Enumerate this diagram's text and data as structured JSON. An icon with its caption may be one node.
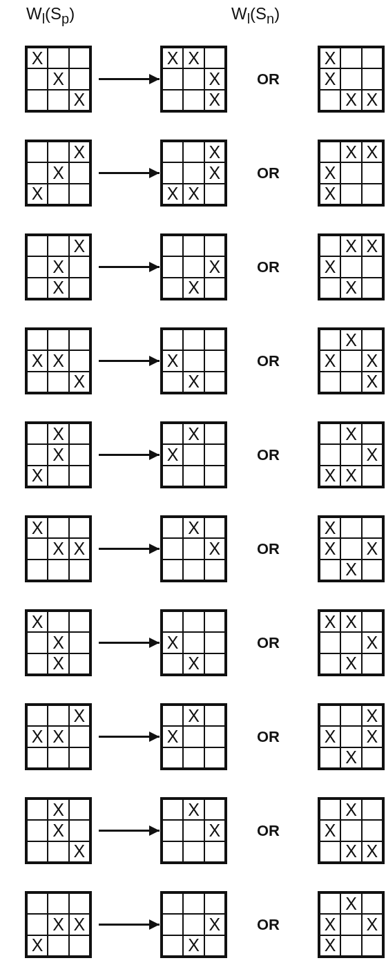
{
  "diagram": {
    "nodes": [
      {
        "text": [],
        "shape": "box"
      },
      {
        "text": [
          "X"
        ],
        "in": 0
      },
      {
        "text": [],
        "shape": "box",
        "in": 0
      },
      {
        "text": [],
        "shape": "box",
        "in": 0
      },
      {
        "text": [],
        "shape": "box",
        "in": 0
      },
      {
        "text": [
          "X"
        ],
        "in": 0
      },
      {
        "text": [],
        "shape": "box",
        "in": 0
      },
      {
        "text": [],
        "shape": "box",
        "in": 0
      },
      {
        "text": [],
        "shape": "box",
        "in": 0
      },
      {
        "text": [
          "X"
        ],
        "in": 0
      },
      {
        "text": [],
        "shape": "box"
      },
      {
        "text": [
          "X"
        ],
        "in": 10
      },
      {
        "text": [
          "X"
        ],
        "in": 10
      },
      {
        "text": [],
        "shape": "box",
        "in": 10
      },
      {
        "text": [],
        "shape": "box",
        "in": 10
      },
      {
        "text": [],
        "shape": "box",
        "in": 10
      },
      {
        "text": [
          "X"
        ],
        "in": 10
      },
      {
        "text": [],
        "shape": "box",
        "in": 10
      },
      {
        "text": [],
        "shape": "box",
        "in": 10
      },
      {
        "text": [
          "X"
        ],
        "in": 10
      },
      {
        "text": [],
        "shape": "box"
      },
      {
        "text": [
          "X"
        ],
        "in": 20
      },
      {
        "text": [],
        "shape": "box",
        "in": 20
      },
      {
        "text": [],
        "shape": "box",
        "in": 20
      },
      {
        "text": [
          "X"
        ],
        "in": 20
      },
      {
        "text": [],
        "shape": "box",
        "in": 20
      },
      {
        "text": [],
        "shape": "box",
        "in": 20
      },
      {
        "text": [],
        "shape": "box",
        "in": 20
      },
      {
        "text": [
          "X"
        ],
        "in": 20
      },
      {
        "text": [
          "X"
        ],
        "in": 20
      },
      {
        "text": [],
        "shape": "box"
      },
      {
        "text": [],
        "shape": "box",
        "in": 30
      },
      {
        "text": [],
        "shape": "box",
        "in": 30
      },
      {
        "text": [
          "X"
        ],
        "in": 30
      },
      {
        "text": [],
        "shape": "box",
        "in": 30
      },
      {
        "text": [
          "X"
        ],
        "in": 30
      },
      {
        "text": [],
        "shape": "box",
        "in": 30
      },
      {
        "text": [
          "X"
        ],
        "in": 30
      },
      {
        "text": [],
        "shape": "box",
        "in": 30
      },
      {
        "text": [],
        "shape": "box",
        "in": 30
      },
      {
        "text": [],
        "shape": "box"
      },
      {
        "text": [],
        "shape": "box",
        "in": 40
      },
      {
        "text": [],
        "shape": "box",
        "in": 40
      },
      {
        "text": [
          "X"
        ],
        "in": 40
      },
      {
        "text": [],
        "shape": "box",
        "in": 40
      },
      {
        "text": [],
        "shape": "box",
        "in": 40
      },
      {
        "text": [
          "X"
        ],
        "in": 40
      },
      {
        "text": [
          "X"
        ],
        "in": 40
      },
      {
        "text": [
          "X"
        ],
        "in": 40
      },
      {
        "text": [],
        "shape": "box",
        "in": 40
      },
      {
        "text": [],
        "shape": "box"
      },
      {
        "text": [],
        "shape": "box",
        "in": 50
      },
      {
        "text": [
          "X"
        ],
        "in": 50
      },
      {
        "text": [
          "X"
        ],
        "in": 50
      },
      {
        "text": [
          "X"
        ],
        "in": 50
      },
      {
        "text": [],
        "shape": "box",
        "in": 50
      },
      {
        "text": [],
        "shape": "box",
        "in": 50
      },
      {
        "text": [
          "X"
        ],
        "in": 50
      },
      {
        "text": [],
        "shape": "box",
        "in": 50
      },
      {
        "text": [],
        "shape": "box",
        "in": 50
      },
      {
        "text": [],
        "shape": "box"
      },
      {
        "text": [],
        "shape": "box",
        "in": 60
      },
      {
        "text": [],
        "shape": "box",
        "in": 60
      },
      {
        "text": [
          "X"
        ],
        "in": 60
      },
      {
        "text": [],
        "shape": "box",
        "in": 60
      },
      {
        "text": [
          "X"
        ],
        "in": 60
      },
      {
        "text": [],
        "shape": "box",
        "in": 60
      },
      {
        "text": [],
        "shape": "box",
        "in": 60
      },
      {
        "text": [
          "X"
        ],
        "in": 60
      },
      {
        "text": [],
        "shape": "box",
        "in": 60
      },
      {
        "text": [],
        "shape": "box"
      },
      {
        "text": [],
        "shape": "box",
        "in": 70
      },
      {
        "text": [],
        "shape": "box",
        "in": 70
      },
      {
        "text": [],
        "shape": "box",
        "in": 70
      },
      {
        "text": [],
        "shape": "box",
        "in": 70
      },
      {
        "text": [],
        "shape": "box",
        "in": 70
      },
      {
        "text": [
          "X"
        ],
        "in": 70
      },
      {
        "text": [],
        "shape": "box",
        "in": 70
      },
      {
        "text": [
          "X"
        ],
        "in": 70
      },
      {
        "text": [],
        "shape": "box",
        "in": 70
      },
      {
        "text": [],
        "shape": "box"
      },
      {
        "text": [],
        "shape": "box",
        "in": 80
      },
      {
        "text": [
          "X"
        ],
        "in": 80
      },
      {
        "text": [
          "X"
        ],
        "in": 80
      },
      {
        "text": [
          "X"
        ],
        "in": 80
      },
      {
        "text": [],
        "shape": "box",
        "in": 80
      },
      {
        "text": [],
        "shape": "box",
        "in": 80
      },
      {
        "text": [],
        "shape": "box",
        "in": 80
      },
      {
        "text": [
          "X"
        ],
        "in": 80
      },
      {
        "text": [],
        "shape": "box",
        "in": 80
      },
      {
        "text": [],
        "shape": "box"
      },
      {
        "text": [],
        "shape": "box",
        "in": 90
      },
      {
        "text": [],
        "shape": "box",
        "in": 90
      },
      {
        "text": [],
        "shape": "box",
        "in": 90
      },
      {
        "text": [
          "X"
        ],
        "in": 90
      },
      {
        "text": [
          "X"
        ],
        "in": 90
      },
      {
        "text": [],
        "shape": "box",
        "in": 90
      },
      {
        "text": [],
        "shape": "box",
        "in": 90
      },
      {
        "text": [],
        "shape": "box",
        "in": 90
      },
      {
        "text": [
          "X"
        ],
        "in": 90
      },
      {
        "text": [],
        "shape": "box"
      },
      {
        "text": [],
        "shape": "box",
        "in": 100
      },
      {
        "text": [],
        "shape": "box",
        "in": 100
      },
      {
        "text": [],
        "shape": "box",
        "in": 100
      },
      {
        "text": [
          "X"
        ],
        "in": 100
      },
      {
        "text": [],
        "shape": "box",
        "in": 100
      },
      {
        "text": [],
        "shape": "box",
        "in": 100
      },
      {
        "text": [],
        "shape": "box",
        "in": 100
      },
      {
        "text": [
          "X"
        ],
        "in": 100
      },
      {
        "text": [],
        "shape": "box",
        "in": 100
      },
      {
        "text": [],
        "shape": "box"
      },
      {
        "text": [],
        "shape": "box",
        "in": 110
      },
      {
        "text": [
          "X"
        ],
        "in": 110
      },
      {
        "text": [],
        "shape": "box",
        "in": 110
      },
      {
        "text": [
          "X"
        ],
        "in": 110
      },
      {
        "text": [],
        "shape": "box",
        "in": 110
      },
      {
        "text": [
          "X"
        ],
        "in": 110
      },
      {
        "text": [],
        "shape": "box",
        "in": 110
      },
      {
        "text": [],
        "shape": "box",
        "in": 110
      },
      {
        "text": [
          "X"
        ],
        "in": 110
      },
      {
        "text": [],
        "shape": "box"
      },
      {
        "text": [],
        "shape": "box",
        "in": 120
      },
      {
        "text": [
          "X"
        ],
        "in": 120
      },
      {
        "text": [],
        "shape": "box",
        "in": 120
      },
      {
        "text": [],
        "shape": "box",
        "in": 120
      },
      {
        "text": [
          "X"
        ],
        "in": 120
      },
      {
        "text": [],
        "shape": "box",
        "in": 120
      },
      {
        "text": [
          "X"
        ],
        "in": 120
      },
      {
        "text": [],
        "shape": "box",
        "in": 120
      },
      {
        "text": [],
        "shape": "box",
        "in": 120
      },
      {
        "text": [],
        "shape": "box"
      },
      {
        "text": [],
        "shape": "box",
        "in": 130
      },
      {
        "text": [
          "X"
        ],
        "in": 130
      },
      {
        "text": [],
        "shape": "box",
        "in": 130
      },
      {
        "text": [
          "X"
        ],
        "in": 130
      },
      {
        "text": [],
        "shape": "box",
        "in": 130
      },
      {
        "text": [],
        "shape": "box",
        "in": 130
      },
      {
        "text": [],
        "shape": "box",
        "in": 130
      },
      {
        "text": [],
        "shape": "box",
        "in": 130
      },
      {
        "text": [],
        "shape": "box",
        "in": 130
      },
      {
        "text": [],
        "shape": "box"
      },
      {
        "text": [],
        "shape": "box",
        "in": 140
      },
      {
        "text": [
          "X"
        ],
        "in": 140
      },
      {
        "text": [],
        "shape": "box",
        "in": 140
      },
      {
        "text": [],
        "shape": "box",
        "in": 140
      },
      {
        "text": [],
        "shape": "box",
        "in": 140
      },
      {
        "text": [
          "X"
        ],
        "in": 140
      },
      {
        "text": [
          "X"
        ],
        "in": 140
      },
      {
        "text": [
          "X"
        ],
        "in": 140
      },
      {
        "text": [],
        "shape": "box",
        "in": 140
      },
      {
        "text": [],
        "shape": "box"
      },
      {
        "text": [
          "X"
        ],
        "in": 150
      },
      {
        "text": [],
        "shape": "box",
        "in": 150
      },
      {
        "text": [],
        "shape": "box",
        "in": 150
      },
      {
        "text": [],
        "shape": "box",
        "in": 150
      },
      {
        "text": [
          "X"
        ],
        "in": 150
      },
      {
        "text": [
          "X"
        ],
        "in": 150
      },
      {
        "text": [],
        "shape": "box",
        "in": 150
      },
      {
        "text": [],
        "shape": "box",
        "in": 150
      },
      {
        "text": [],
        "shape": "box",
        "in": 150
      },
      {
        "text": [],
        "shape": "box"
      },
      {
        "text": [],
        "shape": "box",
        "in": 160
      },
      {
        "text": [
          "X"
        ],
        "in": 160
      },
      {
        "text": [],
        "shape": "box",
        "in": 160
      },
      {
        "text": [],
        "shape": "box",
        "in": 160
      },
      {
        "text": [],
        "shape": "box",
        "in": 160
      },
      {
        "text": [
          "X"
        ],
        "in": 160
      },
      {
        "text": [],
        "shape": "box",
        "in": 160
      },
      {
        "text": [],
        "shape": "box",
        "in": 160
      },
      {
        "text": [],
        "shape": "box",
        "in": 160
      },
      {
        "text": [],
        "shape": "box"
      },
      {
        "text": [
          "X"
        ],
        "in": 170
      },
      {
        "text": [],
        "shape": "box",
        "in": 170
      },
      {
        "text": [],
        "shape": "box",
        "in": 170
      },
      {
        "text": [
          "X"
        ],
        "in": 170
      },
      {
        "text": [],
        "shape": "box",
        "in": 170
      },
      {
        "text": [
          "X"
        ],
        "in": 170
      },
      {
        "text": [],
        "shape": "box",
        "in": 170
      },
      {
        "text": [
          "X"
        ],
        "in": 170
      },
      {
        "text": [],
        "shape": "box",
        "in": 170
      },
      {
        "text": [],
        "shape": "box"
      },
      {
        "text": [
          "X"
        ],
        "in": 180
      },
      {
        "text": [],
        "shape": "box",
        "in": 180
      },
      {
        "text": [],
        "shape": "box",
        "in": 180
      },
      {
        "text": [],
        "shape": "box",
        "in": 180
      },
      {
        "text": [
          "X"
        ],
        "in": 180
      },
      {
        "text": [],
        "shape": "box",
        "in": 180
      },
      {
        "text": [],
        "shape": "box",
        "in": 180
      },
      {
        "text": [
          "X"
        ],
        "in": 180
      },
      {
        "text": [],
        "shape": "box",
        "in": 180
      },
      {
        "text": [],
        "shape": "box"
      },
      {
        "text": [],
        "shape": "box",
        "in": 190
      },
      {
        "text": [],
        "shape": "box",
        "in": 190
      },
      {
        "text": [],
        "shape": "box",
        "in": 190
      },
      {
        "text": [
          "X"
        ],
        "in": 190
      },
      {
        "text": [],
        "shape": "box",
        "in": 190
      },
      {
        "text": [],
        "shape": "box",
        "in": 190
      },
      {
        "text": [],
        "shape": "box",
        "in": 190
      },
      {
        "text": [
          "X"
        ],
        "in": 190
      },
      {
        "text": [],
        "shape": "box",
        "in": 190
      },
      {
        "text": [],
        "shape": "box"
      },
      {
        "text": [
          "X"
        ],
        "in": 200
      },
      {
        "text": [
          "X"
        ],
        "in": 200
      },
      {
        "text": [],
        "shape": "box",
        "in": 200
      },
      {
        "text": [],
        "shape": "box",
        "in": 200
      },
      {
        "text": [],
        "shape": "box",
        "in": 200
      },
      {
        "text": [
          "X"
        ],
        "in": 200
      },
      {
        "text": [],
        "shape": "box",
        "in": 200
      },
      {
        "text": [
          "X"
        ],
        "in": 200
      },
      {
        "text": [],
        "shape": "box",
        "in": 200
      },
      {
        "text": [],
        "shape": "box"
      },
      {
        "text": [],
        "shape": "box",
        "in": 210
      },
      {
        "text": [],
        "shape": "box",
        "in": 210
      },
      {
        "text": [
          "X"
        ],
        "in": 210
      },
      {
        "text": [
          "X"
        ],
        "in": 210
      },
      {
        "text": [
          "X"
        ],
        "in": 210
      },
      {
        "text": [],
        "shape": "box",
        "in": 210
      },
      {
        "text": [],
        "shape": "box",
        "in": 210
      },
      {
        "text": [],
        "shape": "box",
        "in": 210
      },
      {
        "text": [],
        "shape": "box",
        "in": 210
      },
      {
        "text": [],
        "shape": "box"
      },
      {
        "text": [],
        "shape": "box",
        "in": 220
      },
      {
        "text": [
          "X"
        ],
        "in": 220
      },
      {
        "text": [],
        "shape": "box",
        "in": 220
      },
      {
        "text": [
          "X"
        ],
        "in": 220
      },
      {
        "text": [],
        "shape": "box",
        "in": 220
      },
      {
        "text": [],
        "shape": "box",
        "in": 220
      },
      {
        "text": [],
        "shape": "box",
        "in": 220
      },
      {
        "text": [],
        "shape": "box",
        "in": 220
      },
      {
        "text": [],
        "shape": "box",
        "in": 220
      },
      {
        "text": [],
        "shape": "box"
      },
      {
        "text": [],
        "shape": "box",
        "in": 230
      },
      {
        "text": [],
        "shape": "box",
        "in": 230
      },
      {
        "text": [
          "X"
        ],
        "in": 230
      },
      {
        "text": [
          "X"
        ],
        "in": 230
      },
      {
        "text": [],
        "shape": "box",
        "in": 230
      },
      {
        "text": [
          "X"
        ],
        "in": 230
      },
      {
        "text": [],
        "shape": "box",
        "in": 230
      },
      {
        "text": [
          "X"
        ],
        "in": 230
      },
      {
        "text": [],
        "shape": "box",
        "in": 230
      },
      {
        "text": [],
        "shape": "box"
      },
      {
        "text": [],
        "shape": "box",
        "in": 240
      },
      {
        "text": [
          "X"
        ],
        "in": 240
      },
      {
        "text": [],
        "shape": "box",
        "in": 240
      },
      {
        "text": [],
        "shape": "box",
        "in": 240
      },
      {
        "text": [
          "X"
        ],
        "in": 240
      },
      {
        "text": [],
        "shape": "box",
        "in": 240
      },
      {
        "text": [],
        "shape": "box",
        "in": 240
      },
      {
        "text": [],
        "shape": "box",
        "in": 240
      },
      {
        "text": [
          "X"
        ],
        "in": 240
      },
      {
        "text": [],
        "shape": "box"
      },
      {
        "text": [],
        "shape": "box",
        "in": 250
      },
      {
        "text": [
          "X"
        ],
        "in": 250
      },
      {
        "text": [],
        "shape": "box",
        "in": 250
      },
      {
        "text": [],
        "shape": "box",
        "in": 250
      },
      {
        "text": [],
        "shape": "box",
        "in": 250
      },
      {
        "text": [
          "X"
        ],
        "in": 250
      },
      {
        "text": [],
        "shape": "box",
        "in": 250
      },
      {
        "text": [],
        "shape": "box",
        "in": 250
      },
      {
        "text": [],
        "shape": "box",
        "in": 250
      },
      {
        "text": [],
        "shape": "box"
      },
      {
        "text": [],
        "shape": "box",
        "in": 260
      },
      {
        "text": [
          "X"
        ],
        "in": 260
      },
      {
        "text": [],
        "shape": "box",
        "in": 260
      },
      {
        "text": [
          "X"
        ],
        "in": 260
      },
      {
        "text": [],
        "shape": "box",
        "in": 260
      },
      {
        "text": [],
        "shape": "box",
        "in": 260
      },
      {
        "text": [],
        "shape": "box",
        "in": 260
      },
      {
        "text": [
          "X"
        ],
        "in": 260
      },
      {
        "text": [
          "X"
        ],
        "in": 260
      },
      {
        "text": [],
        "shape": "box"
      },
      {
        "text": [],
        "shape": "box",
        "in": 270
      },
      {
        "text": [],
        "shape": "box",
        "in": 270
      },
      {
        "text": [],
        "shape": "box",
        "in": 270
      },
      {
        "text": [],
        "shape": "box",
        "in": 270
      },
      {
        "text": [
          "X"
        ],
        "in": 270
      },
      {
        "text": [
          "X"
        ],
        "in": 270
      },
      {
        "text": [
          "X"
        ],
        "in": 270
      },
      {
        "text": [],
        "shape": "box",
        "in": 270
      },
      {
        "text": [],
        "shape": "box",
        "in": 270
      },
      {
        "text": [],
        "shape": "box"
      },
      {
        "text": [],
        "shape": "box",
        "in": 280
      },
      {
        "text": [],
        "shape": "box",
        "in": 280
      },
      {
        "text": [],
        "shape": "box",
        "in": 280
      },
      {
        "text": [],
        "shape": "box",
        "in": 280
      },
      {
        "text": [],
        "shape": "box",
        "in": 280
      },
      {
        "text": [
          "X"
        ],
        "in": 280
      },
      {
        "text": [],
        "shape": "box",
        "in": 280
      },
      {
        "text": [
          "X"
        ],
        "in": 280
      },
      {
        "text": [],
        "shape": "box",
        "in": 280
      },
      {
        "text": [],
        "shape": "box"
      },
      {
        "text": [],
        "shape": "box",
        "in": 290
      },
      {
        "text": [
          "X"
        ],
        "in": 290
      },
      {
        "text": [],
        "shape": "box",
        "in": 290
      },
      {
        "text": [
          "X"
        ],
        "in": 290
      },
      {
        "text": [],
        "shape": "box",
        "in": 290
      },
      {
        "text": [
          "X"
        ],
        "in": 290
      },
      {
        "text": [
          "X"
        ],
        "in": 290
      },
      {
        "text": [],
        "shape": "box",
        "in": 290
      },
      {
        "text": [],
        "shape": "box",
        "in": 290
      }
    ],
    "edges": [
      {
        "from": 0,
        "to": 10,
        "arrow": "to"
      },
      {
        "from": 30,
        "to": 40,
        "arrow": "to"
      },
      {
        "from": 60,
        "to": 70,
        "arrow": "to"
      },
      {
        "from": 90,
        "to": 100,
        "arrow": "to"
      },
      {
        "from": 120,
        "to": 130,
        "arrow": "to"
      },
      {
        "from": 150,
        "to": 160,
        "arrow": "to"
      },
      {
        "from": 180,
        "to": 190,
        "arrow": "to"
      },
      {
        "from": 210,
        "to": 220,
        "arrow": "to"
      },
      {
        "from": 240,
        "to": 250,
        "arrow": "to"
      },
      {
        "from": 270,
        "to": 280,
        "arrow": "to"
      }
    ],
    "labels": [
      "W$_{l}$(S$_{p}$)",
      "W$_{l}$(S$_{n}$)",
      "OR",
      "OR",
      "OR",
      "OR",
      "OR",
      "OR",
      "OR",
      "OR",
      "OR",
      "OR"
    ]
  }
}
